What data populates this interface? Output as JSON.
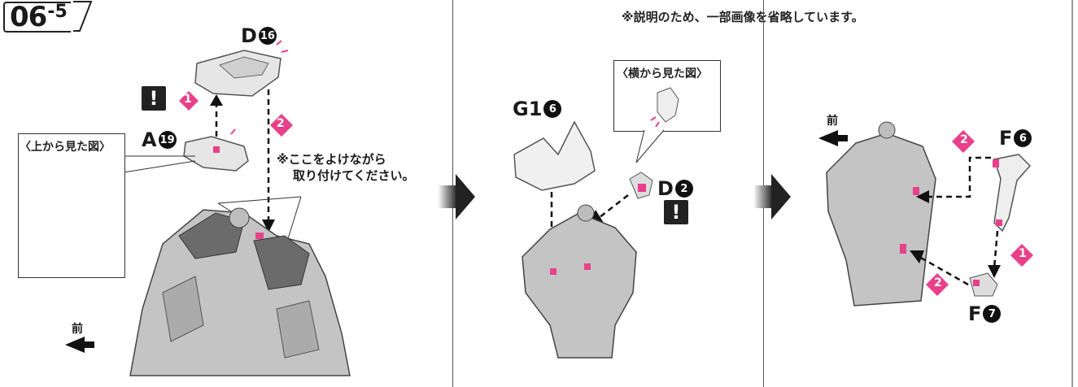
{
  "step": {
    "main": "06",
    "sub": "-5"
  },
  "note": "※説明のため、一部画像を省略しています。",
  "panel1": {
    "part_top_letter": "D",
    "part_top_num": "16",
    "part_mid_letter": "A",
    "part_mid_num": "19",
    "view_label": "〈上から見た図〉",
    "caution_line1": "※ここをよけながら",
    "caution_line2": "取り付けてください。",
    "front_label": "前",
    "order1": "1",
    "order2": "2",
    "warn": "!"
  },
  "panel2": {
    "part_top_letter": "G1",
    "part_top_num": "6",
    "part_small_letter": "D",
    "part_small_num": "2",
    "view_label": "〈横から見た図〉",
    "warn": "!"
  },
  "panel3": {
    "front_label": "前",
    "part_top_letter": "F",
    "part_top_num": "6",
    "part_bottom_letter": "F",
    "part_bottom_num": "7",
    "order1": "1",
    "order2": "2",
    "order2b": "2"
  },
  "colors": {
    "accent": "#e8408a",
    "part_gray": "#c4c4c4",
    "part_dark": "#6b6b6b"
  }
}
